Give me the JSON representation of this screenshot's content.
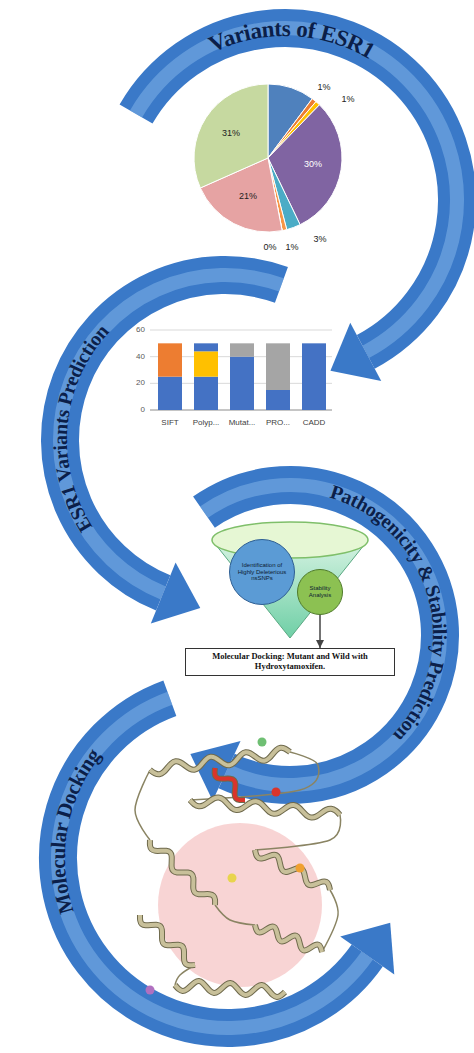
{
  "diagram": {
    "nodes": [
      {
        "text": [
          "Identification of Highly Deleterious nsSNPs"
        ]
      },
      {
        "text": [
          "Stability Analysis"
        ]
      },
      {
        "text": [
          "Molecular Docking: Mutant and Wild with Hydroxytamoxifen."
        ]
      }
    ],
    "edges": [
      {
        "from": 1,
        "to": 2,
        "arrow": "to"
      }
    ],
    "labels": [
      "Variants of ESR1",
      "1%",
      "1%",
      "30%",
      "3%",
      "0%",
      "1%",
      "21%",
      "31%",
      "ESR1 Variants Prediction",
      "0",
      "20",
      "40",
      "60",
      "SIFT",
      "Polyp...",
      "Mutat...",
      "PRO...",
      "CADD",
      "Pathogenicity & Stability Prediction",
      "Molecular Docking"
    ]
  }
}
